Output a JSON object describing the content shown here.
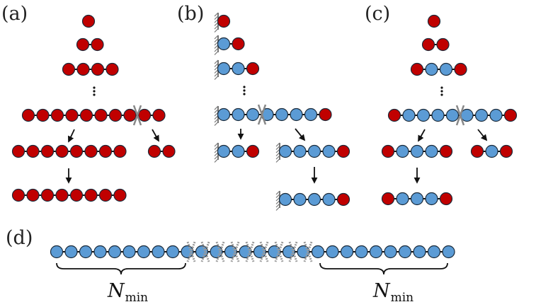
{
  "panels": {
    "a": {
      "label": "(a)"
    },
    "b": {
      "label": "(b)"
    },
    "c": {
      "label": "(c)"
    },
    "d": {
      "label": "(d)"
    }
  },
  "bottom": {
    "nmin_symbol": "N",
    "nmin_subscript": "min"
  },
  "colors": {
    "red_bead": "#c00000",
    "blue_bead": "#5b9bd5",
    "bond": "#111111",
    "cut_mark": "#888888",
    "wall": "#777777"
  }
}
